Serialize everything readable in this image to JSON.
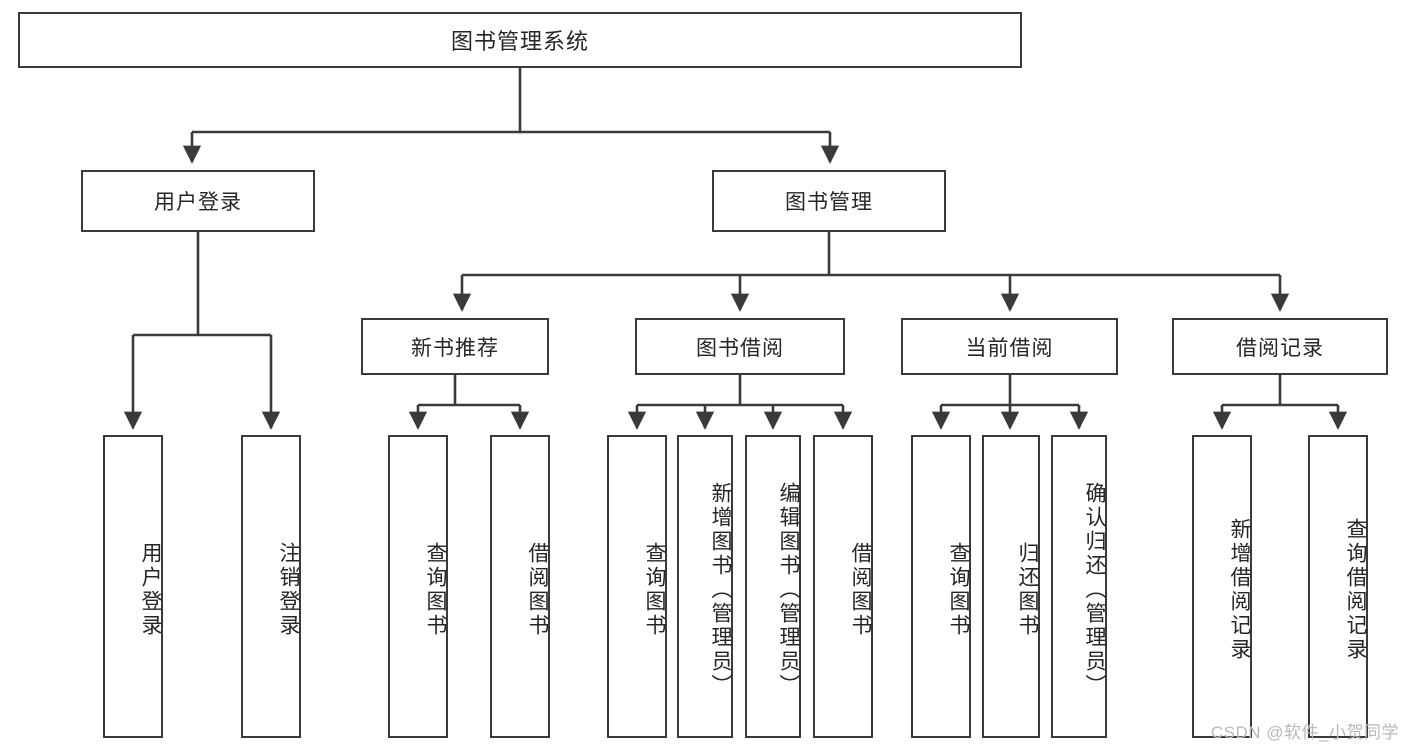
{
  "diagram": {
    "title": "图书管理系统",
    "type": "tree",
    "orientation": "top-down",
    "colors": {
      "box_border": "#3a3a3a",
      "box_fill": "#ffffff",
      "line": "#3a3a3a",
      "text": "#262626",
      "watermark": "#b9b9b9"
    },
    "root": {
      "label": "图书管理系统"
    },
    "level2": [
      {
        "label": "用户登录"
      },
      {
        "label": "图书管理"
      }
    ],
    "level3": [
      {
        "label": "新书推荐"
      },
      {
        "label": "图书借阅"
      },
      {
        "label": "当前借阅"
      },
      {
        "label": "借阅记录"
      }
    ],
    "leaves": {
      "user_login": [
        {
          "label": "用户登录"
        },
        {
          "label": "注销登录"
        }
      ],
      "new_book_recommend": [
        {
          "label": "查询图书"
        },
        {
          "label": "借阅图书"
        }
      ],
      "book_borrow": [
        {
          "label": "查询图书"
        },
        {
          "label": "新增图书（管理员）"
        },
        {
          "label": "编辑图书（管理员）"
        },
        {
          "label": "借阅图书"
        }
      ],
      "current_borrow": [
        {
          "label": "查询图书"
        },
        {
          "label": "归还图书"
        },
        {
          "label": "确认归还（管理员）"
        }
      ],
      "borrow_record": [
        {
          "label": "新增借阅记录"
        },
        {
          "label": "查询借阅记录"
        }
      ]
    },
    "watermark": "CSDN @软件_小贺同学"
  }
}
